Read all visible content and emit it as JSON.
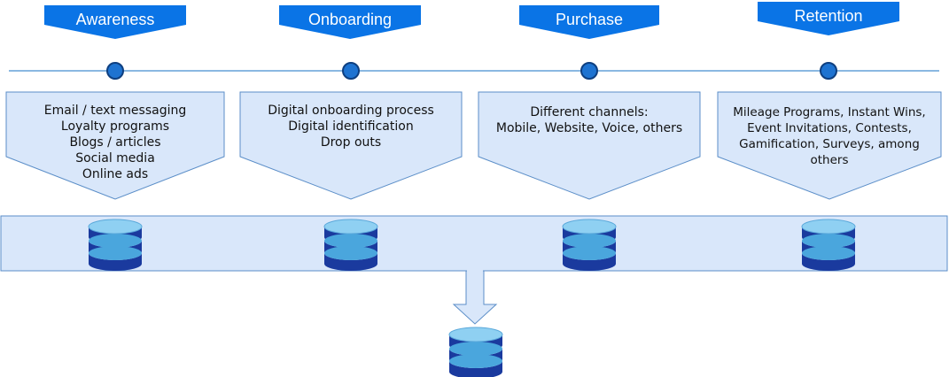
{
  "colors": {
    "header_blue": "#0a74e6",
    "timeline": "#7fb3e0",
    "node_fill": "#1e73d1",
    "node_stroke": "#0e3f80",
    "panel_fill": "#d9e7fa",
    "panel_stroke": "#5b8ec8",
    "db_top": "#8fd0f2",
    "db_band": "#1a3a9e"
  },
  "stages": [
    {
      "title": "Awareness",
      "lines": [
        "Email / text messaging",
        "Loyalty programs",
        "Blogs / articles",
        "Social media",
        "Online ads"
      ],
      "icon": "database-icon"
    },
    {
      "title": "Onboarding",
      "lines": [
        "Digital onboarding process",
        "Digital identification",
        "Drop outs"
      ],
      "icon": "database-icon"
    },
    {
      "title": "Purchase",
      "lines": [
        "Different channels:",
        "Mobile, Website, Voice, others"
      ],
      "icon": "database-icon"
    },
    {
      "title": "Retention",
      "lines": [
        "Mileage Programs, Instant Wins,",
        "Event Invitations, Contests,",
        "Gamification, Surveys, among",
        "others"
      ],
      "icon": "database-icon"
    }
  ],
  "central_store": {
    "icon": "database-icon"
  }
}
